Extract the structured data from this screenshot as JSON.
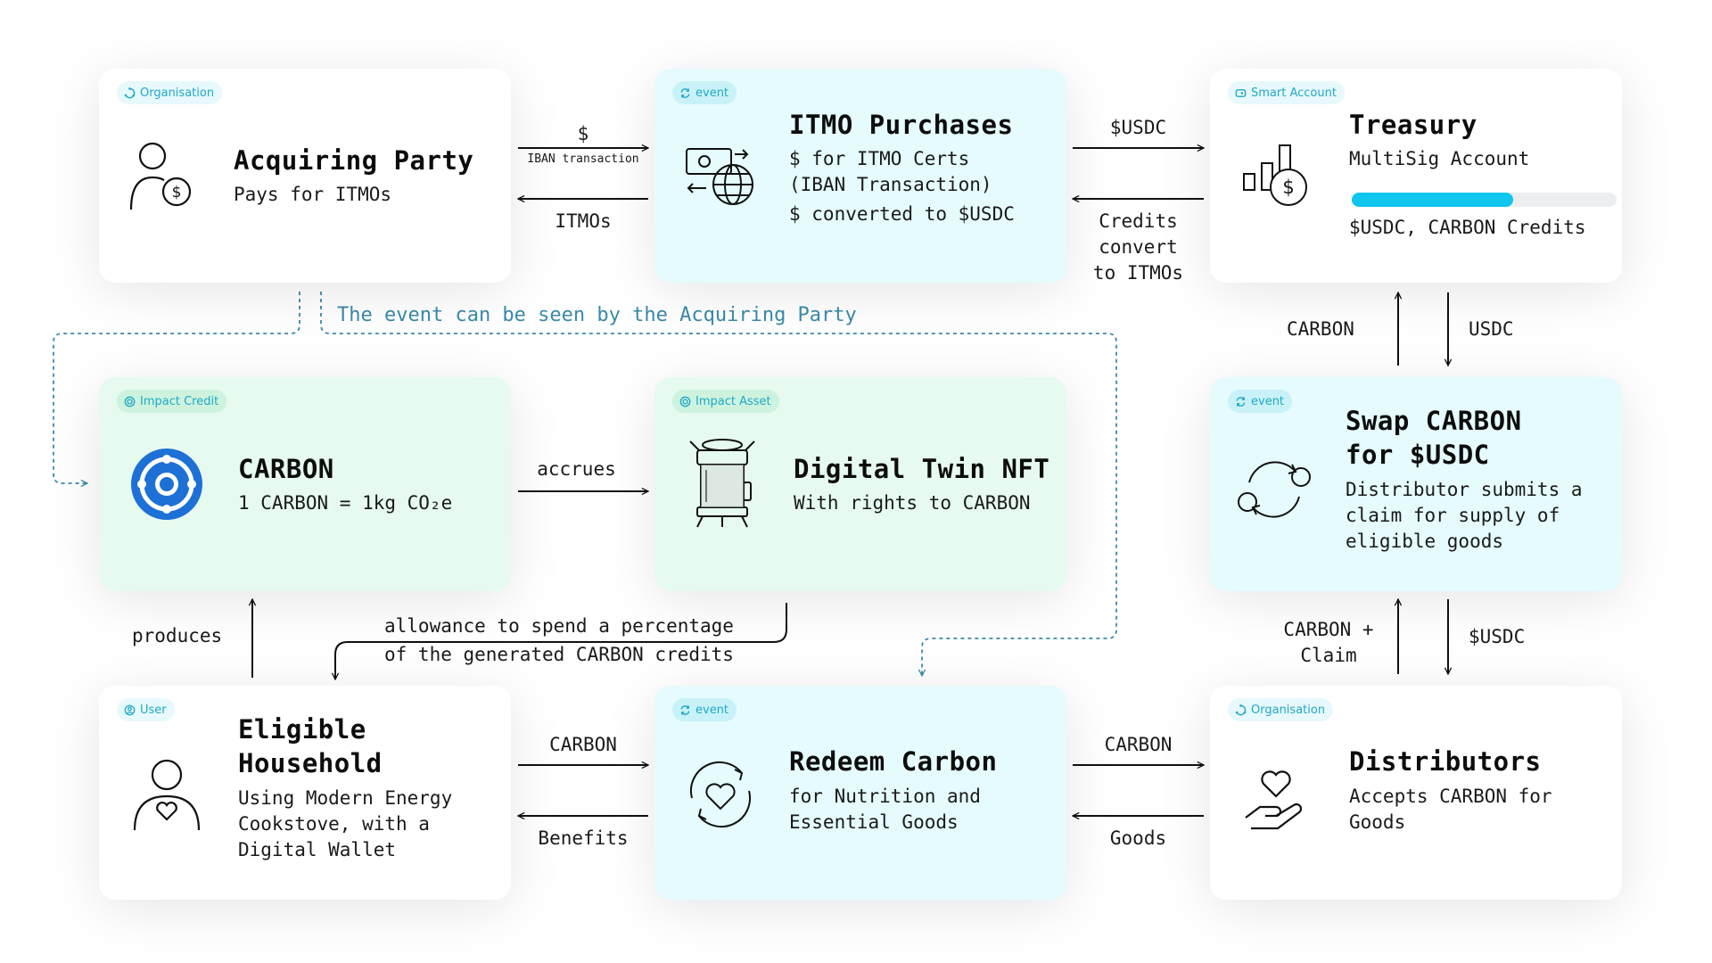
{
  "colors": {
    "card_white": "#ffffff",
    "card_cyan": "#e5fbfd",
    "card_green": "#e6faef",
    "badge_text": "#20a8c7",
    "accent": "#0fc6ee",
    "carbon_icon": "#1d70d6",
    "dashed_line": "#3a8aa8"
  },
  "cards": {
    "acquiring": {
      "badge": "Organisation",
      "badge_icon": "organisation-icon",
      "icon": "person-dollar-icon",
      "title_lines": [
        "Acquiring Party"
      ],
      "lines": [
        "Pays for ITMOs"
      ]
    },
    "itmo": {
      "badge": "event",
      "badge_icon": "refresh-icon",
      "icon": "cash-globe-icon",
      "title_lines": [
        "ITMO Purchases"
      ],
      "lines": [
        "$ for ITMO Certs",
        "(IBAN Transaction)",
        "$ converted to $USDC"
      ]
    },
    "treasury": {
      "badge": "Smart Account",
      "badge_icon": "smart-account-icon",
      "icon": "chart-dollar-icon",
      "title_lines": [
        "Treasury"
      ],
      "lines": [
        "MultiSig Account",
        "$USDC, CARBON Credits"
      ],
      "progress": 0.61
    },
    "carbon": {
      "badge": "Impact Credit",
      "badge_icon": "impact-credit-icon",
      "icon": "carbon-token-icon",
      "title_lines": [
        "CARBON"
      ],
      "lines": [
        "1 CARBON = 1kg CO₂e"
      ]
    },
    "twin": {
      "badge": "Impact Asset",
      "badge_icon": "impact-asset-icon",
      "icon": "cookstove-icon",
      "title_lines": [
        "Digital Twin NFT"
      ],
      "lines": [
        "With rights to CARBON"
      ]
    },
    "swap": {
      "badge": "event",
      "badge_icon": "refresh-icon",
      "icon": "cycle-arrows-icon",
      "title_lines": [
        "Swap CARBON",
        "for $USDC"
      ],
      "lines": [
        "Distributor submits a",
        "claim for supply of",
        "eligible goods"
      ]
    },
    "household": {
      "badge": "User",
      "badge_icon": "user-icon",
      "icon": "person-heart-icon",
      "title_lines": [
        "Eligible",
        "Household"
      ],
      "lines": [
        "Using Modern Energy",
        "Cookstove, with a",
        "Digital Wallet"
      ]
    },
    "redeem": {
      "badge": "event",
      "badge_icon": "refresh-icon",
      "icon": "heart-cycle-icon",
      "title_lines": [
        "Redeem Carbon"
      ],
      "lines": [
        "for Nutrition and",
        "Essential Goods"
      ]
    },
    "distributors": {
      "badge": "Organisation",
      "badge_icon": "organisation-icon",
      "icon": "hand-heart-icon",
      "title_lines": [
        "Distributors"
      ],
      "lines": [
        "Accepts CARBON for",
        "Goods"
      ]
    }
  },
  "labels": {
    "acq_itmo_top": "$",
    "acq_itmo_top_sub": "IBAN transaction",
    "acq_itmo_bottom": "ITMOs",
    "itmo_tre_top": "$USDC",
    "itmo_tre_bottom": [
      "Credits",
      "convert",
      "to ITMOs"
    ],
    "tre_swap_left": "CARBON",
    "tre_swap_right": "USDC",
    "dashed_note": "The event can be seen by the Acquiring Party",
    "carbon_twin": "accrues",
    "produces": "produces",
    "allowance": [
      "allowance to spend a percentage",
      "of the generated CARBON credits"
    ],
    "swap_dist_left": [
      "CARBON +",
      "Claim"
    ],
    "swap_dist_right": "$USDC",
    "hh_redeem_top": "CARBON",
    "hh_redeem_bottom": "Benefits",
    "redeem_dist_top": "CARBON",
    "redeem_dist_bottom": "Goods"
  }
}
